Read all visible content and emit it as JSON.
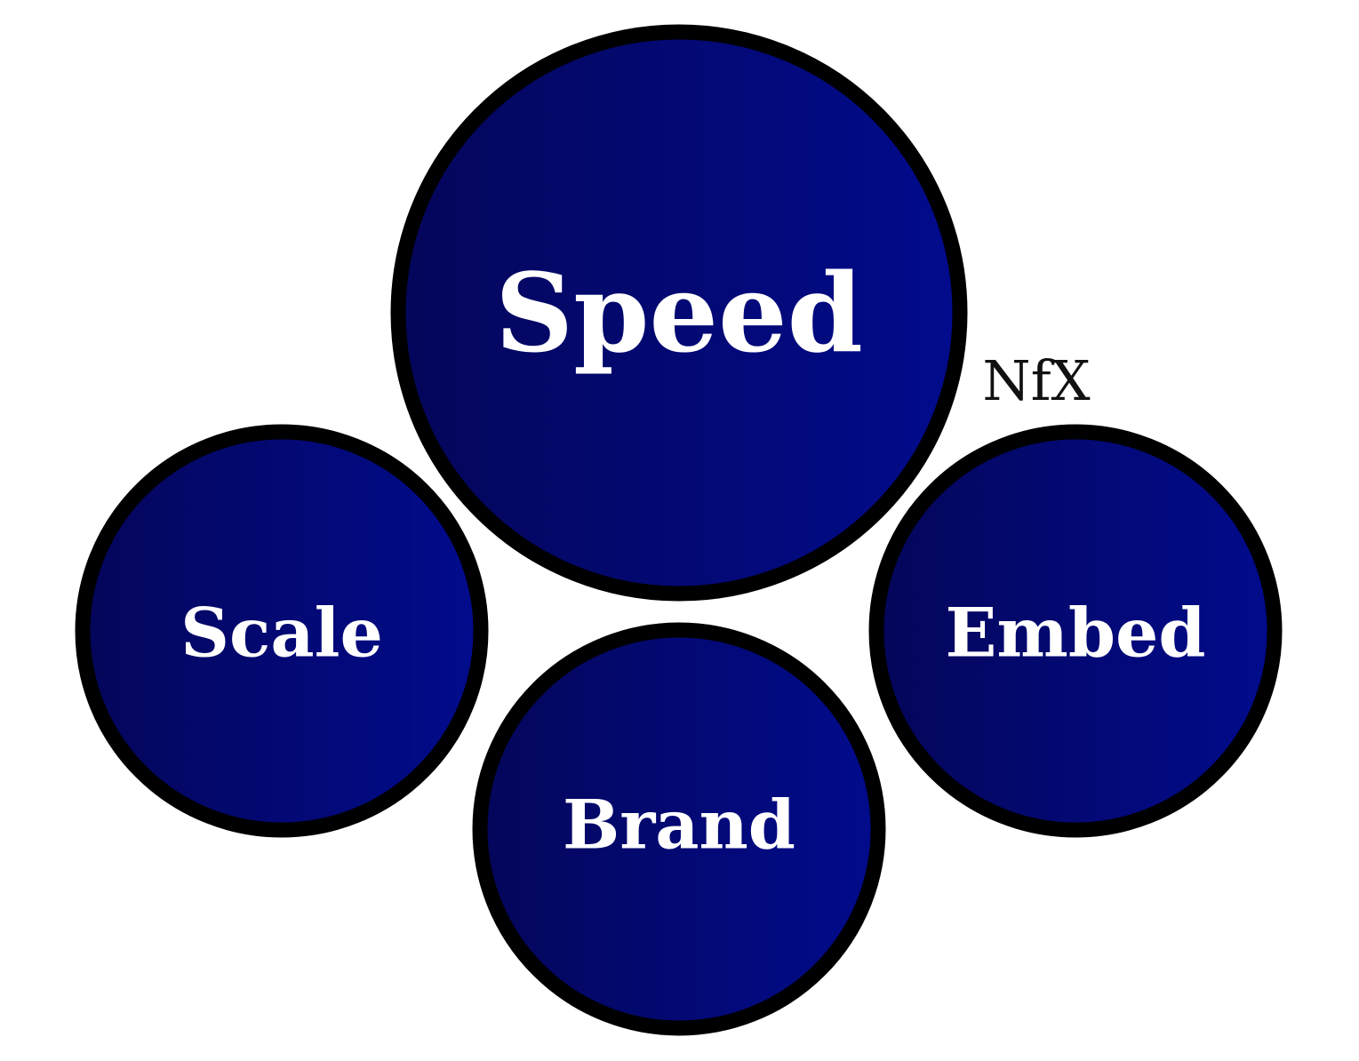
{
  "diagram": {
    "nodes": {
      "speed": {
        "label": "Speed"
      },
      "scale": {
        "label": "Scale"
      },
      "embed": {
        "label": "Embed"
      },
      "brand": {
        "label": "Brand"
      }
    },
    "logo": {
      "text": "NfX"
    }
  },
  "colors": {
    "fill_dark": "#04065A",
    "fill_light": "#020B8C",
    "outline": "#000000",
    "label": "#FFFFFF",
    "logo": "#111111"
  }
}
